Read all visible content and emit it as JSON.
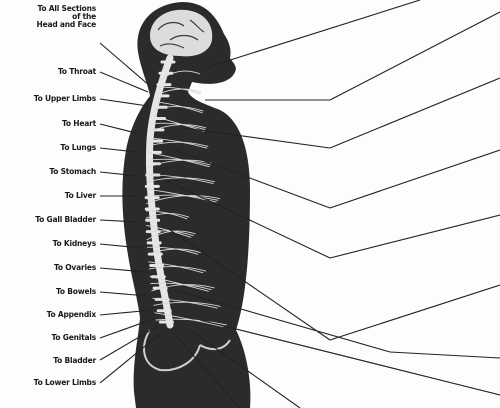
{
  "labels": {
    "head_face_line1": "To All Sections",
    "head_face_line2": "of the",
    "head_face_line3": "Head and Face",
    "throat": "To Throat",
    "upper_limbs": "To Upper Limbs",
    "heart": "To Heart",
    "lungs": "To Lungs",
    "stomach": "To Stomach",
    "liver": "To Liver",
    "gall_bladder": "To Gall Bladder",
    "kidneys": "To Kidneys",
    "ovaries": "To Ovaries",
    "bowels": "To Bowels",
    "appendix": "To Appendix",
    "genitals": "To Genitals",
    "bladder": "To Bladder",
    "lower_limbs": "To Lower Limbs"
  },
  "colors": {
    "background": "#fdfdfb",
    "body_fill": "#2b2b2b",
    "nerve": "#e6e6e6",
    "line": "#222222",
    "text": "#1a1a1a"
  }
}
